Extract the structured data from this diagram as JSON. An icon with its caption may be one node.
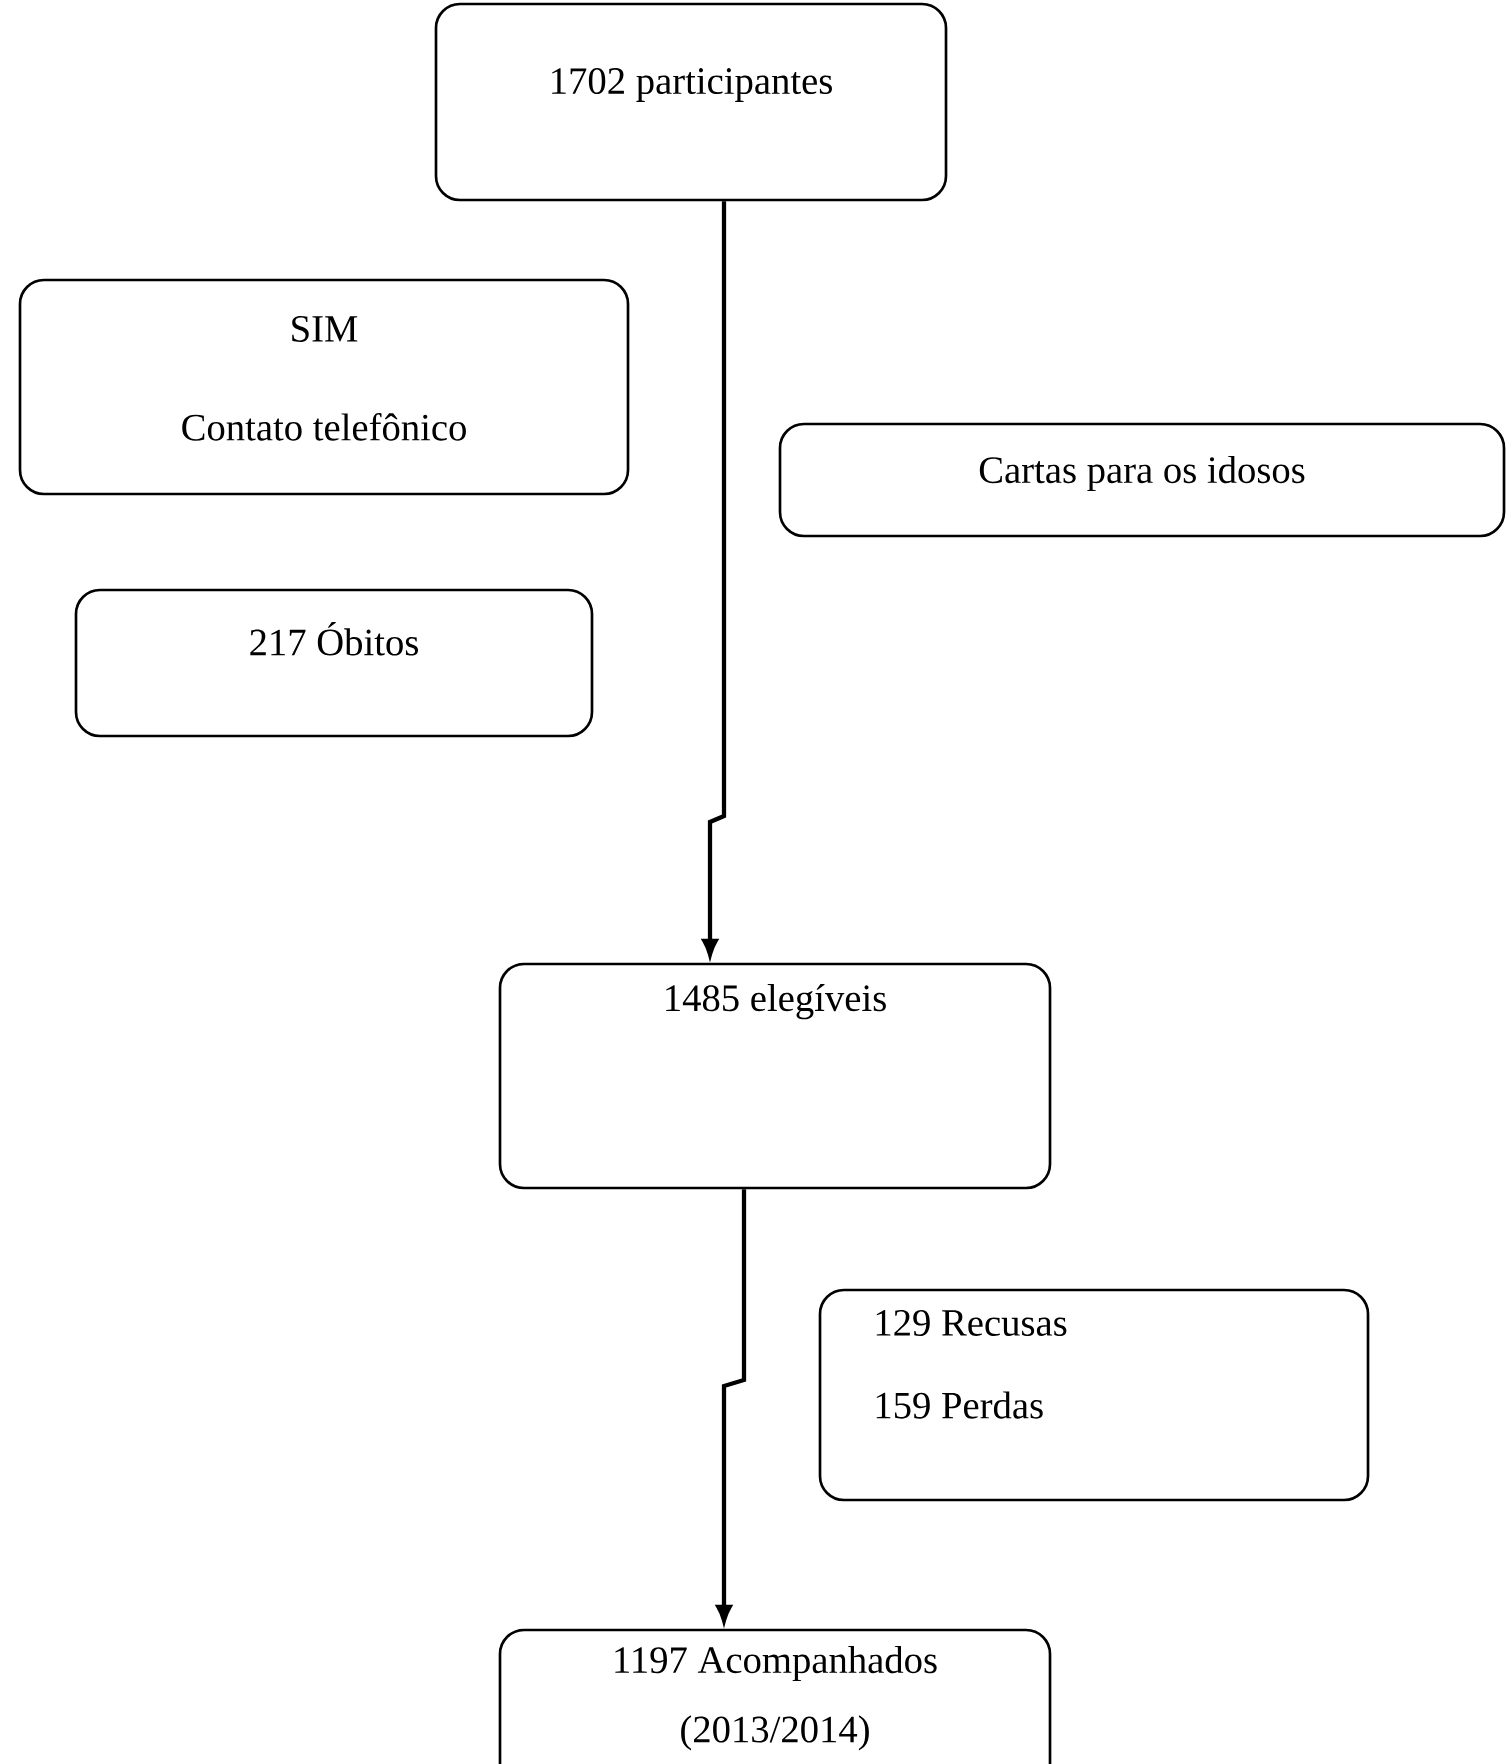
{
  "diagram": {
    "nodes": [
      {
        "text": [
          "1702 participantes"
        ]
      },
      {
        "text": [
          "SIM",
          "Contato telefônico"
        ]
      },
      {
        "text": [
          "Cartas para os idosos"
        ]
      },
      {
        "text": [
          "217 Óbitos"
        ]
      },
      {
        "text": [
          "1485 elegíveis"
        ]
      },
      {
        "text": [
          "129 Recusas",
          "159 Perdas"
        ]
      },
      {
        "text": [
          "1197 Acompanhados (2013/2014)"
        ]
      }
    ],
    "edges": [
      {
        "from": 0,
        "to": 4,
        "arrow": "to"
      },
      {
        "from": 4,
        "to": 6,
        "arrow": "to"
      }
    ]
  }
}
